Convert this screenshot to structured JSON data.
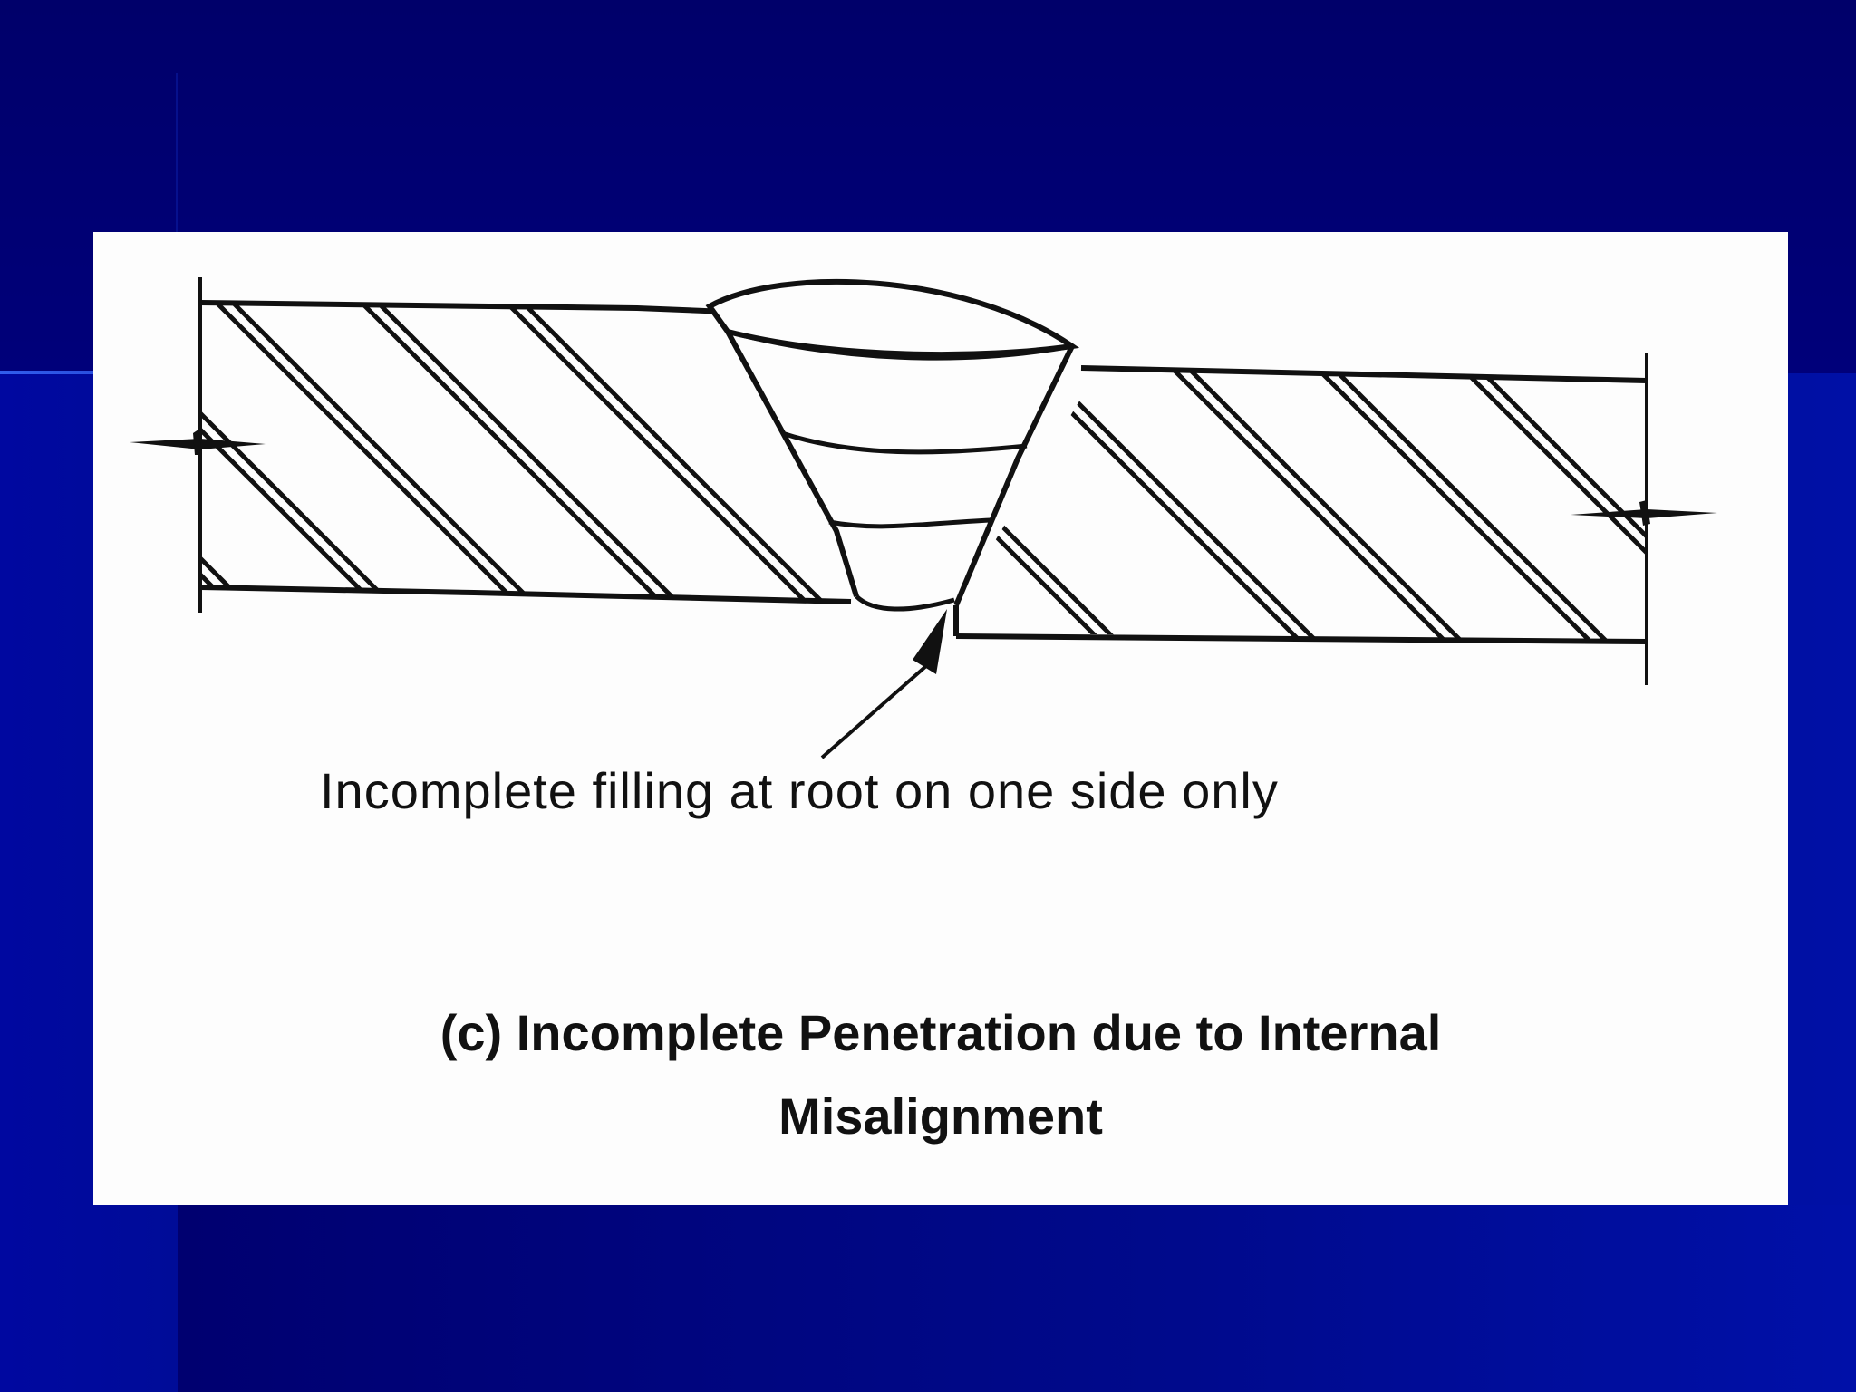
{
  "diagram": {
    "callout_text": "Incomplete filling at root on one side only",
    "caption_line1": "(c) Incomplete Penetration due to Internal",
    "caption_line2": "Misalignment"
  },
  "colors": {
    "background": "#00007a",
    "panel": "#fdfdfd",
    "ink": "#111111",
    "accent": "#3a6dff"
  }
}
